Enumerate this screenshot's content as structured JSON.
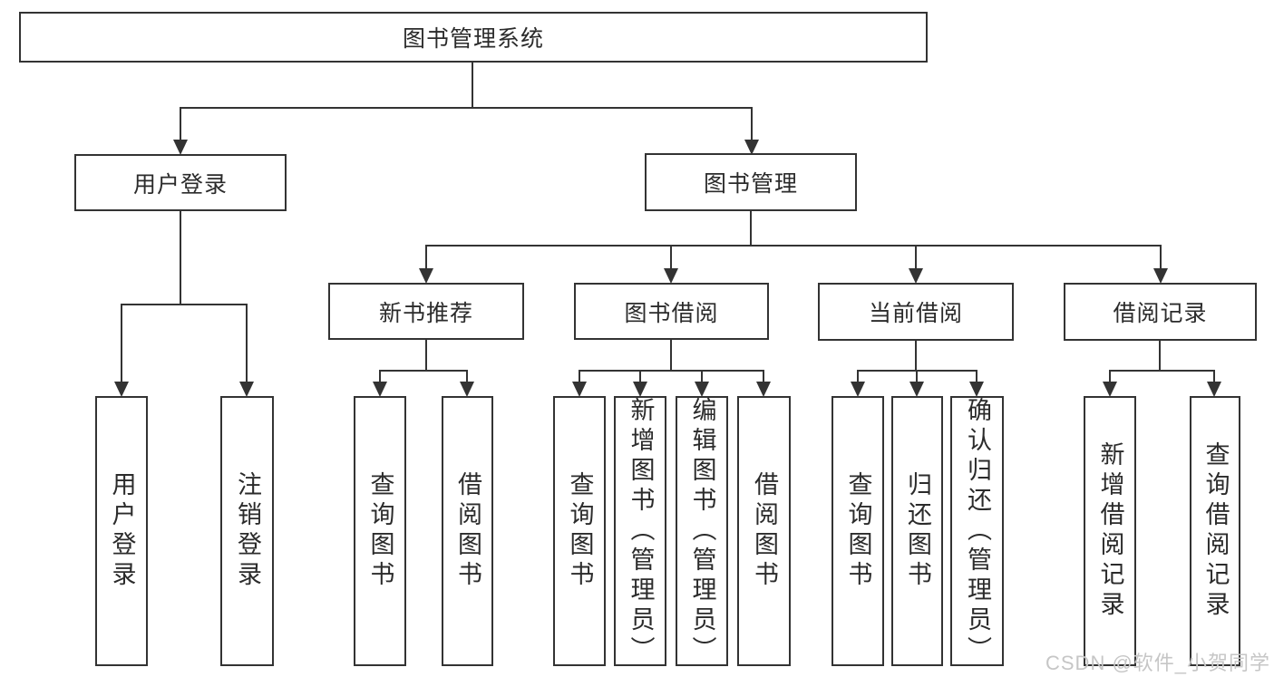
{
  "diagram": {
    "root": "图书管理系统",
    "login": {
      "label": "用户登录",
      "children": [
        "用户登录",
        "注销登录"
      ]
    },
    "management": {
      "label": "图书管理",
      "sections": [
        {
          "label": "新书推荐",
          "children": [
            "查询图书",
            "借阅图书"
          ]
        },
        {
          "label": "图书借阅",
          "children": [
            "查询图书",
            "新增图书（管理员）",
            "编辑图书（管理员）",
            "借阅图书"
          ]
        },
        {
          "label": "当前借阅",
          "children": [
            "查询图书",
            "归还图书",
            "确认归还（管理员）"
          ]
        },
        {
          "label": "借阅记录",
          "children": [
            "新增借阅记录",
            "查询借阅记录"
          ]
        }
      ]
    }
  },
  "watermark": "CSDN @软件_小贺同学",
  "colors": {
    "line": "#333333",
    "text": "#2b2b2b",
    "watermark": "#c6c6c6",
    "background": "#ffffff"
  }
}
